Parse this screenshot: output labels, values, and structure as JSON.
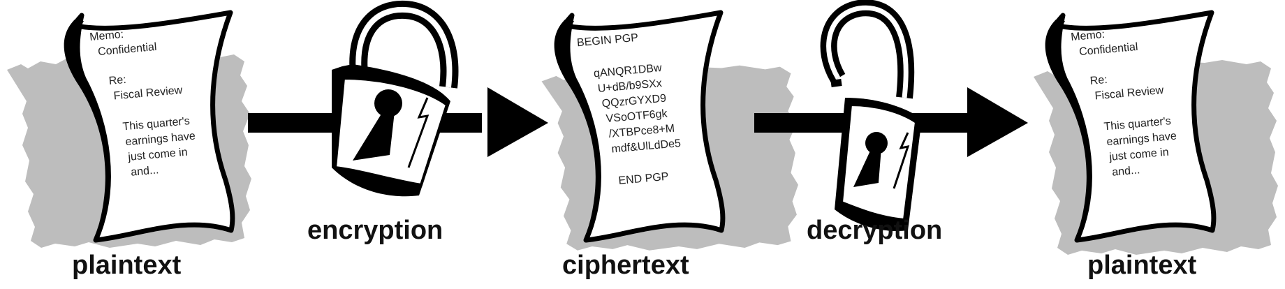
{
  "plaintext_doc": {
    "lines": [
      "Memo:",
      "Confidential",
      "Re:",
      "Fiscal Review",
      "This quarter's",
      "earnings have",
      "just come in",
      "and..."
    ]
  },
  "ciphertext_doc": {
    "begin": "BEGIN PGP",
    "lines": [
      "qANQR1DBw",
      "U+dB/b9SXx",
      "QQzrGYXD9",
      "VSoOTF6gk",
      "/XTBPce8+M",
      "mdf&UlLdDe5"
    ],
    "end": "END PGP"
  },
  "labels": {
    "plaintext_left": "plaintext",
    "encryption": "encryption",
    "ciphertext": "ciphertext",
    "decryption": "decryption",
    "plaintext_right": "plaintext"
  },
  "colors": {
    "shadow": "#bdbdbd",
    "ink": "#000000",
    "paper": "#ffffff"
  }
}
